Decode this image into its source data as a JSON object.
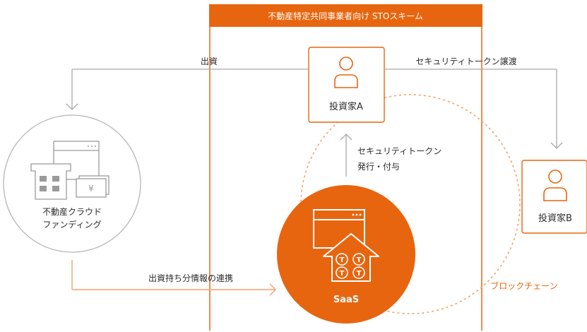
{
  "title": "不動産特定共同事業者向け STOスキーム",
  "labels": {
    "investment": "出資",
    "token_transfer": "セキュリティトークン譲渡",
    "token_issue_line1": "セキュリティトークン",
    "token_issue_line2": "発行・付与",
    "data_link": "出資持ち分情報の連携",
    "blockchain": "ブロックチェーン"
  },
  "nodes": {
    "investor_a": "投資家A",
    "investor_b": "投資家B",
    "crowdfunding_line1": "不動産クラウド",
    "crowdfunding_line2": "ファンディング",
    "saas": "SaaS"
  },
  "icons": {
    "yen_symbol": "¥",
    "token_letter": "T"
  },
  "colors": {
    "accent": "#E8650F",
    "accent_light": "#F2A26B",
    "line_gray": "#A9A9A9",
    "text": "#2B2B2B"
  }
}
